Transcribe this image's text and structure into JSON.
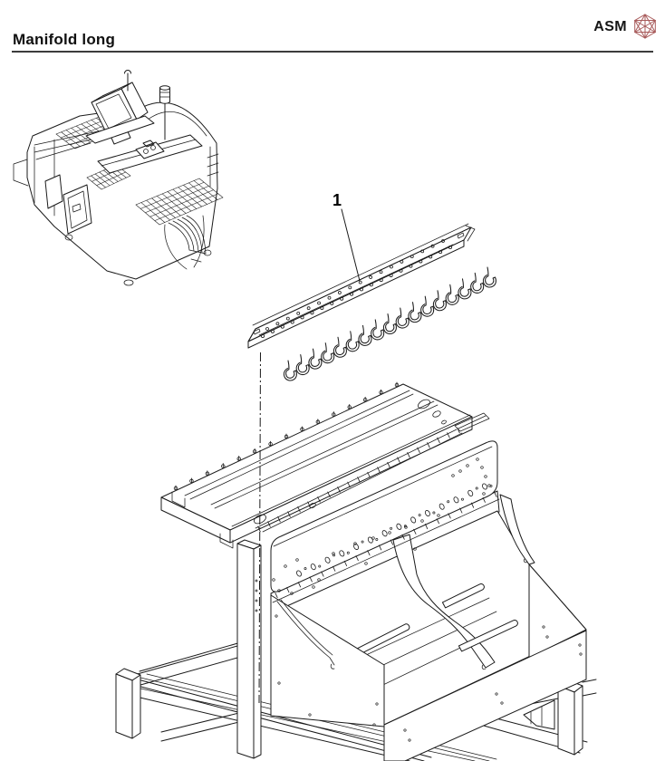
{
  "page": {
    "title": "Manifold long"
  },
  "logo": {
    "text": "ASM",
    "icon": "hexagon-wireframe-icon",
    "icon_color": "#a85b5b"
  },
  "colors": {
    "ink": "#1b1b1b",
    "rule": "#3c3c3c"
  },
  "figure": {
    "type": "exploded-parts-diagram",
    "description": "Isometric exploded view: the long manifold rail (item 1) shown lifted above its mounting beam on the feeder table stand; placement-machine overview thumbnail at top left.",
    "callouts": [
      {
        "id": "1",
        "part": "Manifold long"
      }
    ]
  }
}
